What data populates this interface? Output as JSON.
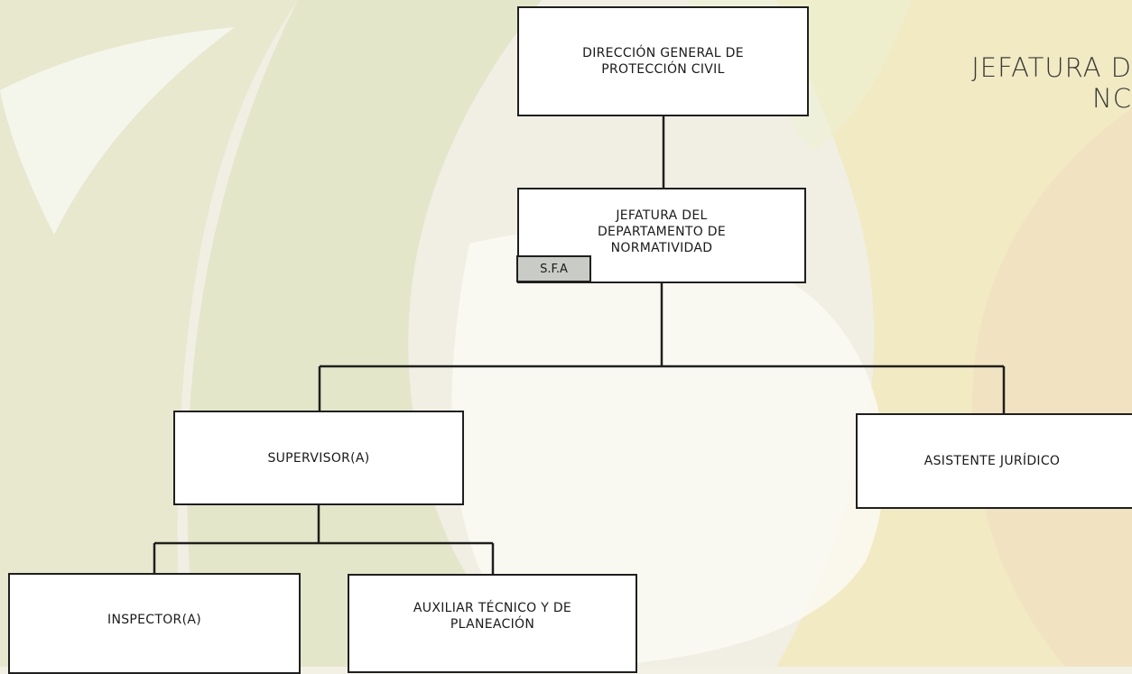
{
  "org_chart": {
    "side_title": "JEFATURA D\nNC",
    "nodes": {
      "direccion": "DIRECCIÓN GENERAL DE\nPROTECCIÓN CIVIL",
      "jefatura": "JEFATURA DEL\nDEPARTAMENTO DE\nNORMATIVIDAD",
      "supervisor": "SUPERVISOR(A)",
      "asistente": "ASISTENTE JURÍDICO",
      "inspector": "INSPECTOR(A)",
      "auxiliar": "AUXILIAR TÉCNICO Y DE\nPLANEACIÓN"
    },
    "badge": "S.F.A",
    "colors": {
      "line": "#1f1f1f",
      "box": "#ffffff",
      "badge": "#c9cbc6",
      "background": "#f3f1e6"
    }
  }
}
